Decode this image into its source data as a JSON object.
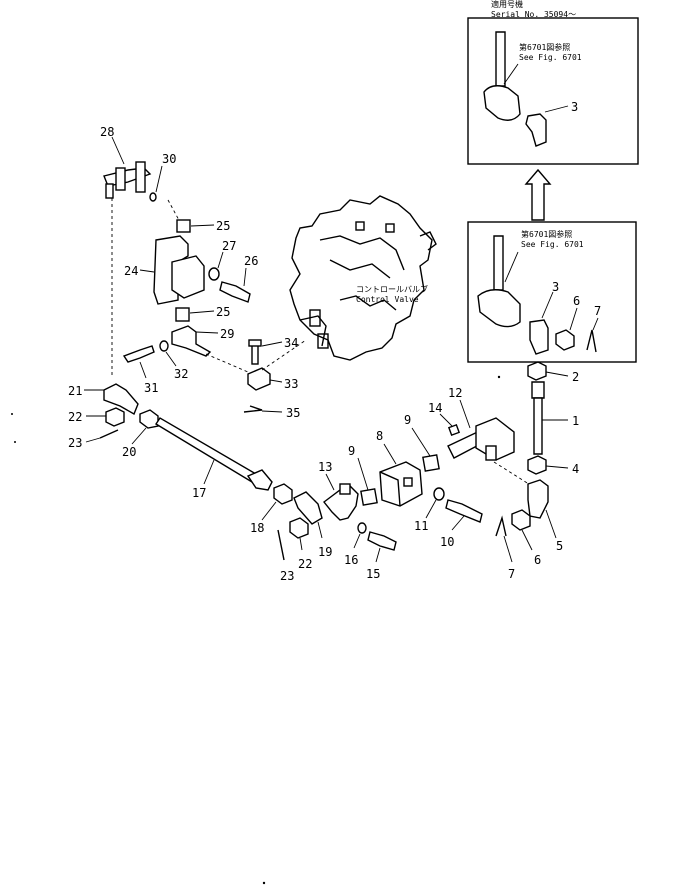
{
  "notes": {
    "top_box_title": "適用号機",
    "top_box_serial": "Serial No. 35094～",
    "top_box_ref_jp": "第6701図参照",
    "top_box_ref_en": "See Fig. 6701",
    "mid_box_ref_jp": "第6701図参照",
    "mid_box_ref_en": "See Fig. 6701",
    "valve_jp": "コントロールバルブ",
    "valve_en": "Control Valve"
  },
  "callouts": {
    "c1": "1",
    "c2": "2",
    "c3_top": "3",
    "c3_mid": "3",
    "c4": "4",
    "c5": "5",
    "c6_mid": "6",
    "c6_low": "6",
    "c7_mid": "7",
    "c7_low": "7",
    "c8": "8",
    "c9a": "9",
    "c9b": "9",
    "c10": "10",
    "c11": "11",
    "c12": "12",
    "c13": "13",
    "c14": "14",
    "c15": "15",
    "c16": "16",
    "c17": "17",
    "c18": "18",
    "c19": "19",
    "c20": "20",
    "c21": "21",
    "c22a": "22",
    "c22b": "22",
    "c23a": "23",
    "c23b": "23",
    "c24": "24",
    "c25a": "25",
    "c25b": "25",
    "c26": "26",
    "c27": "27",
    "c28": "28",
    "c29": "29",
    "c30": "30",
    "c31": "31",
    "c32": "32",
    "c33": "33",
    "c34": "34",
    "c35": "35"
  }
}
